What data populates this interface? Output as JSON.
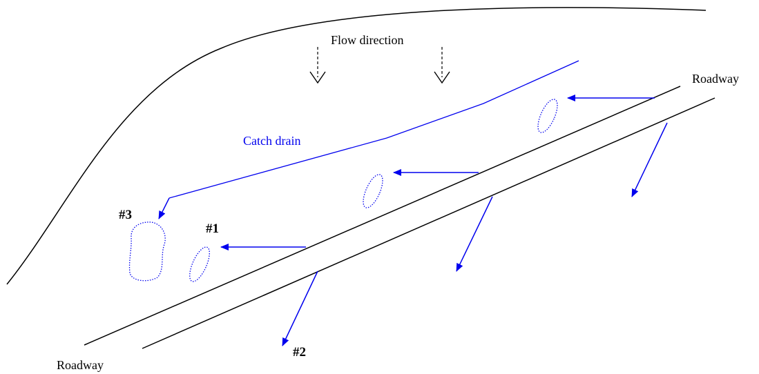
{
  "labels": {
    "flow_direction": "Flow direction",
    "roadway_top": "Roadway",
    "roadway_bottom": "Roadway",
    "catch_drain": "Catch drain",
    "marker_1": "#1",
    "marker_2": "#2",
    "marker_3": "#3"
  },
  "colors": {
    "line": "#000000",
    "drain": "#0000ee",
    "arrow": "#0000ee",
    "text": "#000000",
    "drain_text": "#0000ee"
  }
}
